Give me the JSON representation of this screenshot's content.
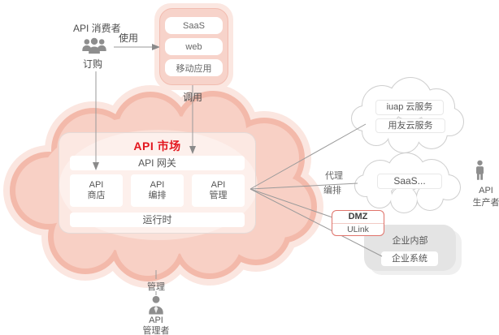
{
  "palette": {
    "accent_red": "#e3161e",
    "cloud_rim_pink": "#f3b9aa",
    "cloud_fill_pink": "#f8d0c5",
    "line_gray": "#9a9a9a",
    "icon_gray": "#8e8e8e",
    "dmz_border": "#e0736b",
    "enterprise_gray": "#e4e4e4"
  },
  "consumer": {
    "label": "API 消费者",
    "use_label": "使用",
    "subscribe_label": "订购"
  },
  "apps": {
    "items": [
      "SaaS",
      "web",
      "移动应用"
    ],
    "call_label": "调用"
  },
  "market": {
    "title": "API 市场",
    "gateway": "API 网关",
    "modules": [
      {
        "line1": "API",
        "line2": "商店"
      },
      {
        "line1": "API",
        "line2": "编排"
      },
      {
        "line1": "API",
        "line2": "管理"
      }
    ],
    "runtime": "运行时"
  },
  "proxy": {
    "line1": "代理",
    "line2": "编排"
  },
  "iuap_cloud": {
    "items": [
      "iuap 云服务",
      "用友云服务"
    ]
  },
  "saas_cloud": {
    "label": "SaaS..."
  },
  "dmz": {
    "title": "DMZ",
    "subtitle": "ULink"
  },
  "enterprise": {
    "title": "企业内部",
    "system": "企业系统"
  },
  "producer": {
    "line1": "API",
    "line2": "生产者"
  },
  "manager": {
    "manage_label": "管理",
    "line1": "API",
    "line2": "管理者"
  }
}
